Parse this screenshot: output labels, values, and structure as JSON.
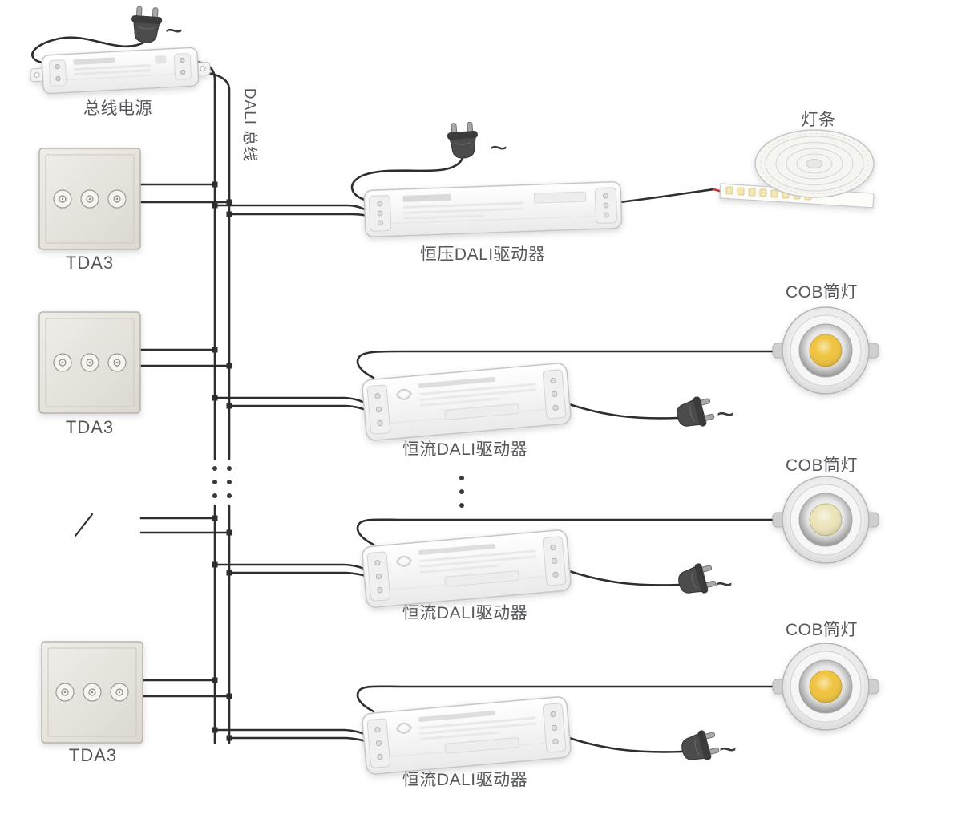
{
  "diagram": {
    "power": {
      "label": "总线电源",
      "ac_symbol": "~"
    },
    "bus": {
      "label": "DALI 总线"
    },
    "panels": [
      {
        "label": "TDA3"
      },
      {
        "label": "TDA3"
      },
      {
        "label": "TDA3"
      }
    ],
    "cv_branch": {
      "driver_label": "恒压DALI驱动器",
      "load_label": "灯条",
      "ac_symbol": "~"
    },
    "cc_branches": [
      {
        "driver_label": "恒流DALI驱动器",
        "load_label": "COB筒灯",
        "ac_symbol": "~",
        "led_color": "#f0c440"
      },
      {
        "driver_label": "恒流DALI驱动器",
        "load_label": "COB筒灯",
        "ac_symbol": "~",
        "led_color": "#ece4ba"
      },
      {
        "driver_label": "恒流DALI驱动器",
        "load_label": "COB筒灯",
        "ac_symbol": "~",
        "led_color": "#f0c440"
      }
    ],
    "colors": {
      "wire": "#2e2e2e",
      "label_text": "#56575b"
    }
  }
}
